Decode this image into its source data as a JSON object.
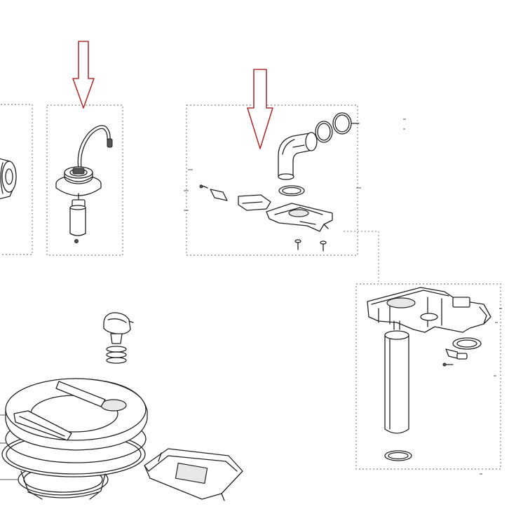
{
  "diagram": {
    "accent_arrow_color": "#b03030",
    "line_color": "#222222",
    "box_color": "#9a9a9a",
    "parts": [
      "pump-end-part",
      "fuel-level-sender",
      "fuel-outlet-assembly",
      "fuel-pump-module",
      "float-cap-with-spring",
      "tank-ring-assembly",
      "cover-plate"
    ]
  }
}
